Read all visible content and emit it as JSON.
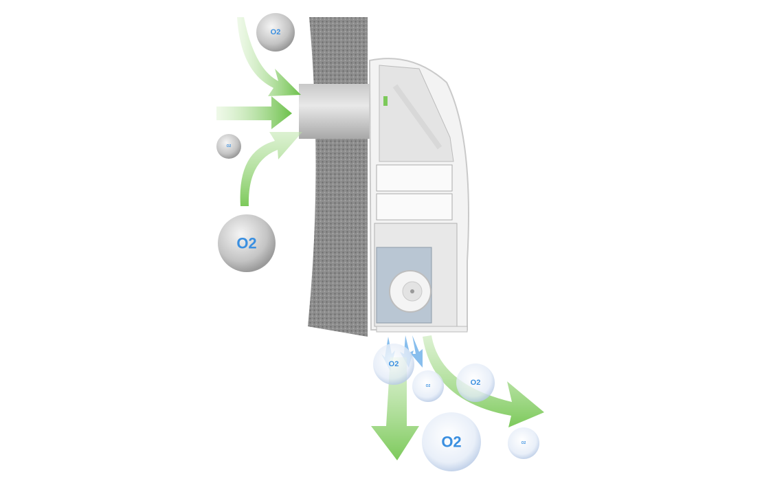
{
  "diagram": {
    "bubble_label": "O2",
    "intake_bubbles": [
      "O2",
      "O2",
      "O2"
    ],
    "outlet_bubbles": [
      "O2",
      "O2",
      "O2",
      "O2",
      "O2"
    ],
    "colors": {
      "arrow_green": "#7cc95a",
      "wall": "#8a8a8a",
      "device": "#f2f2f2",
      "bubble_gray": "#bdbdbd",
      "bubble_blue": "#dbe6f5",
      "text_blue": "#3a8fe0",
      "outlet_blue": "#6aaee8"
    }
  }
}
